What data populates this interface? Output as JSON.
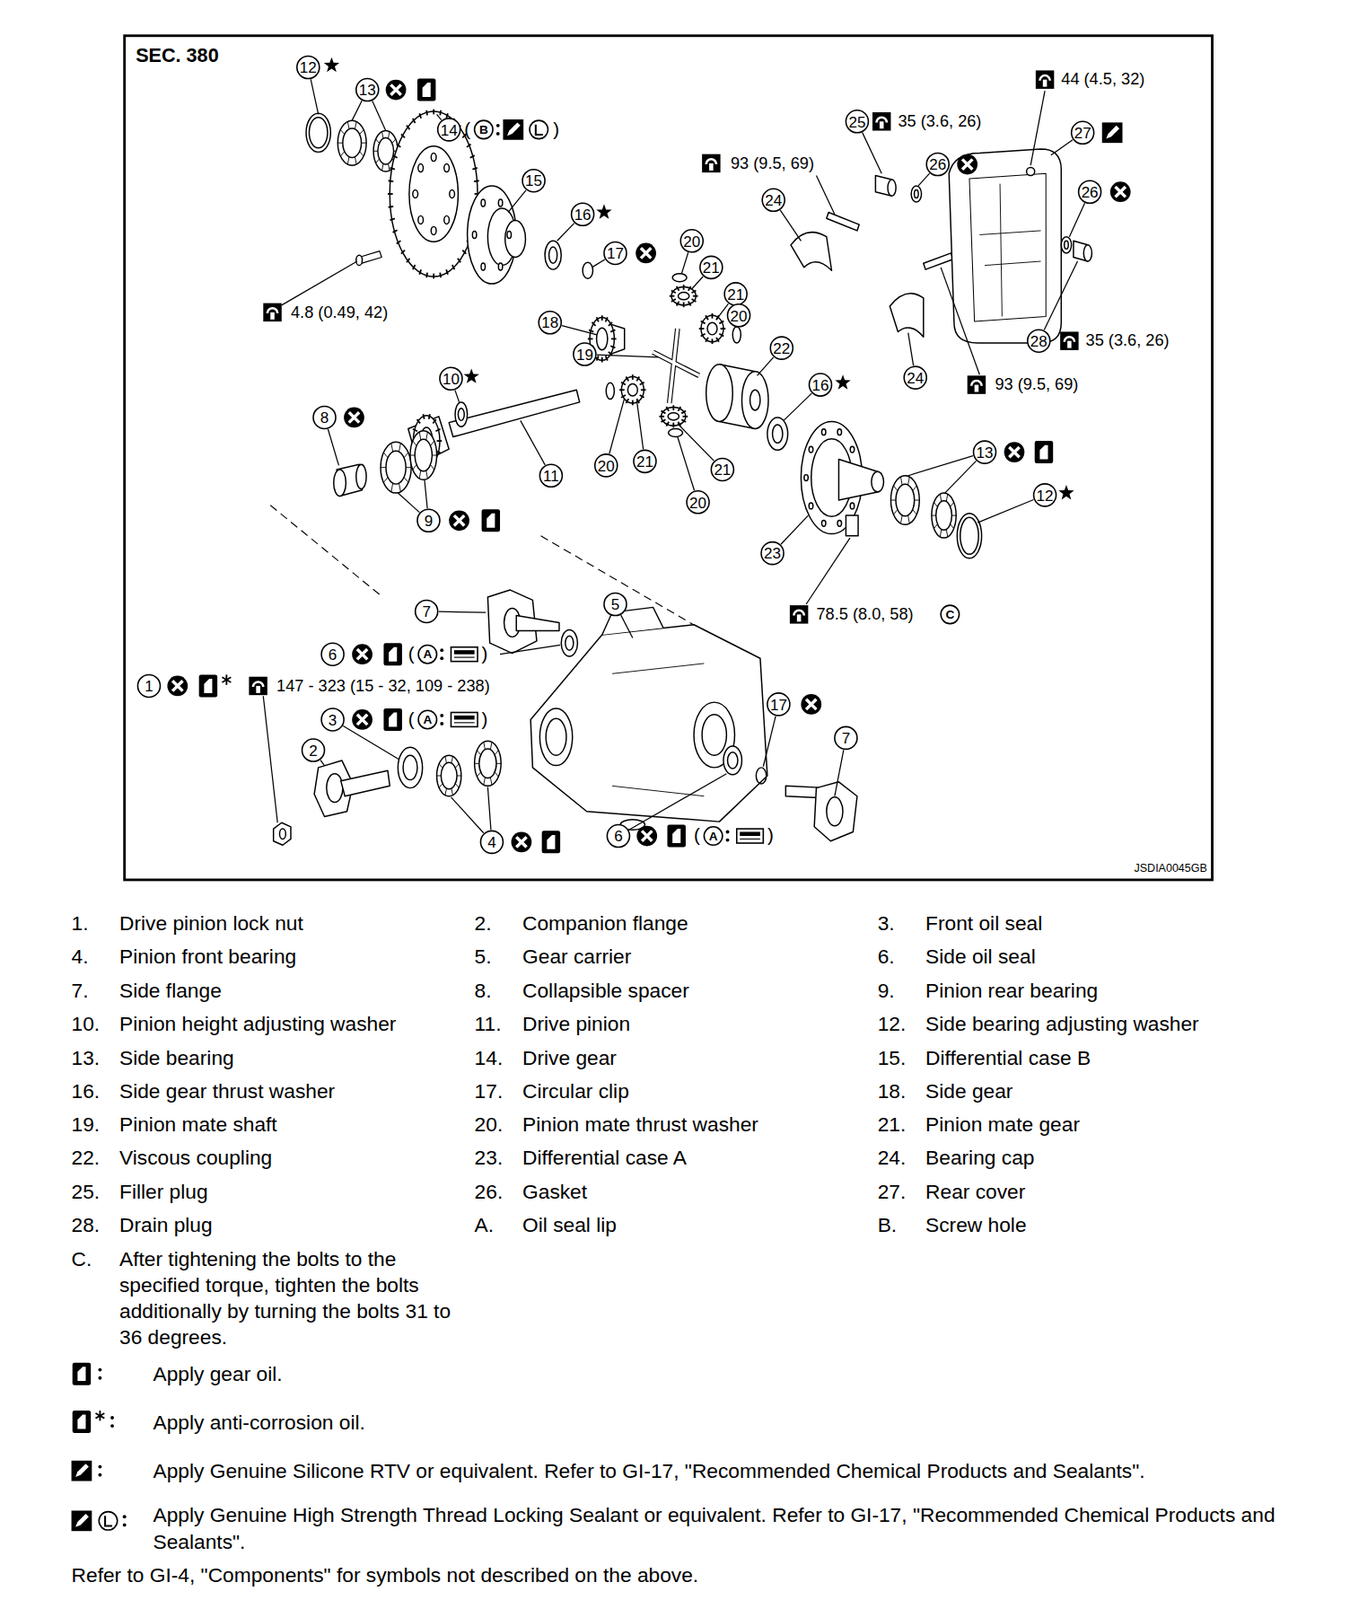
{
  "diagram": {
    "title": "SEC. 380",
    "labels": [
      "12",
      "13",
      "14",
      "(",
      "B",
      ")",
      "15",
      "16",
      "17",
      "20",
      "21",
      "21",
      "20",
      "22",
      "18",
      "19",
      "4.8 (0.49, 42)",
      "93 (9.5, 69)",
      "24",
      "25",
      "35 (3.6, 26)",
      "26",
      "44 (4.5, 32)",
      "27",
      "26",
      "28",
      "35 (3.6, 26)",
      "24",
      "93 (9.5, 69)",
      "10",
      "8",
      "11",
      "9",
      "20",
      "21",
      "21",
      "20",
      "16",
      "13",
      "12",
      "23",
      "78.5 (8.0, 58)",
      "C",
      "7",
      "5",
      "6",
      "(",
      "A",
      ")",
      "1",
      "147 - 323 (15 - 32, 109 - 238)",
      "3",
      "(",
      "A",
      ")",
      "2",
      "17",
      "7",
      "4",
      "6",
      "(",
      "A",
      ")",
      "JSDIA0045GB",
      "1.",
      "Drive pinion lock nut",
      "2.",
      "Companion flange",
      "3.",
      "Front oil seal",
      "4.",
      "Pinion front bearing",
      "5.",
      "Gear carrier",
      "6.",
      "Side oil seal",
      "7.",
      "Side flange",
      "8.",
      "Collapsible spacer",
      "9.",
      "Pinion rear bearing",
      "10.",
      "Pinion height adjusting washer",
      "11.",
      "Drive pinion",
      "12.",
      "Side bearing adjusting washer",
      "13.",
      "Side bearing",
      "14.",
      "Drive gear",
      "15.",
      "Differential case B",
      "16.",
      "Side gear thrust washer",
      "17.",
      "Circular clip",
      "18.",
      "Side gear",
      "19.",
      "Pinion mate shaft",
      "20.",
      "Pinion mate thrust washer",
      "21.",
      "Pinion mate gear",
      "22.",
      "Viscous coupling",
      "23.",
      "Differential case A",
      "24.",
      "Bearing cap",
      "25.",
      "Filler plug",
      "26.",
      "Gasket",
      "27.",
      "Rear cover",
      "28.",
      "Drain plug",
      "A.",
      "Oil seal lip",
      "B.",
      "Screw hole",
      "C.",
      "After tightening the bolts to the specified torque, tighten the bolts additionally by turning the bolts 31 to 36 degrees.",
      "Refer to GI-4, \"Components\" for symbols not described on the above."
    ],
    "legend": [
      {
        "text": "Apply gear oil."
      },
      {
        "text": "Apply anti-corrosion oil."
      },
      {
        "text": "Apply Genuine Silicone RTV or equivalent. Refer to GI-17, \"Recommended Chemical Products and Sealants\"."
      },
      {
        "text": "Apply Genuine High Strength Thread Locking Sealant or equivalent. Refer to GI-17, \"Recommended Chemical Products and Sealants\"."
      }
    ]
  }
}
